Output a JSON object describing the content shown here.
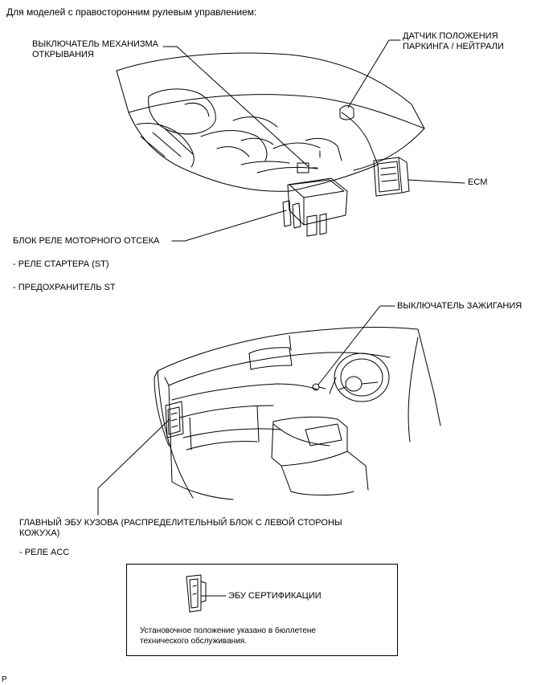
{
  "header": {
    "title": "Для моделей с правосторонним рулевым управлением:"
  },
  "labels": {
    "hood_switch": "ВЫКЛЮЧАТЕЛЬ МЕХАНИЗМА\nОТКРЫВАНИЯ",
    "park_neutral": "ДАТЧИК ПОЛОЖЕНИЯ\nПАРКИНГА / НЕЙТРАЛИ",
    "ecm": "ECM",
    "engine_relay_block": "БЛОК РЕЛЕ МОТОРНОГО ОТСЕКА",
    "starter_relay": "- РЕЛЕ СТАРТЕРА (ST)",
    "st_fuse": "- ПРЕДОХРАНИТЕЛЬ ST",
    "ignition_switch": "ВЫКЛЮЧАТЕЛЬ ЗАЖИГАНИЯ",
    "main_body_ecu": "ГЛАВНЫЙ ЭБУ КУЗОВА (РАСПРЕДЕЛИТЕЛЬНЫЙ БЛОК С ЛЕВОЙ СТОРОНЫ\nКОЖУХА)",
    "acc_relay": "- РЕЛЕ ACC"
  },
  "inset": {
    "cert_ecu": "ЭБУ СЕРТИФИКАЦИИ",
    "note": "Установочное положение указано в бюллетене\nтехнического обслуживания."
  },
  "footer": {
    "code": "P"
  }
}
